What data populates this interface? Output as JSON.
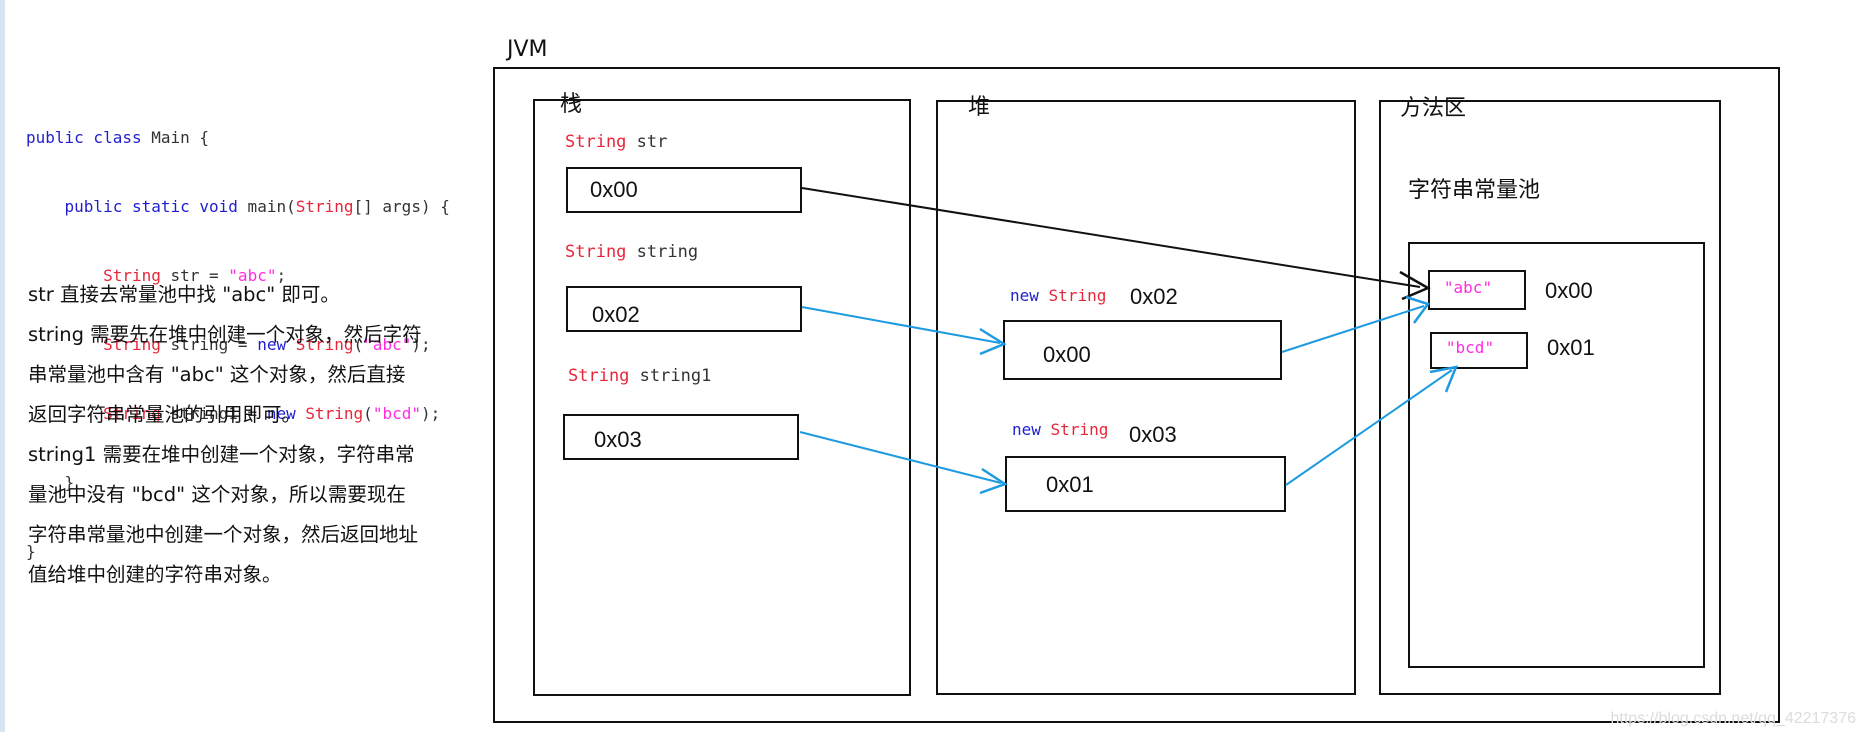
{
  "code": {
    "line1": {
      "kw": "public class",
      "rest": " Main {"
    },
    "line2": {
      "kw": "public static void",
      "rest": " main(",
      "type": "String",
      "rest2": "[] args) {"
    },
    "line3": {
      "type": "String",
      "rest": " str = ",
      "str": "\"abc\"",
      "end": ";"
    },
    "line4": {
      "type": "String",
      "rest": " string = ",
      "kw": "new",
      "type2": "String",
      "open": "(",
      "str": "\"abc\"",
      "end": ");"
    },
    "line5": {
      "type": "String",
      "rest": " string1 = ",
      "kw": "new",
      "type2": "String",
      "open": "(",
      "str": "\"bcd\"",
      "end": ");"
    },
    "line6": "}",
    "line7": "}"
  },
  "description": [
    "str 直接去常量池中找 \"abc\" 即可。",
    "string 需要先在堆中创建一个对象，然后字符",
    "串常量池中含有 \"abc\" 这个对象，然后直接",
    "返回字符串常量池的引用即可。",
    "string1 需要在堆中创建一个对象，字符串常",
    "量池中没有 \"bcd\" 这个对象，所以需要现在",
    "字符串常量池中创建一个对象，然后返回地址",
    "值给堆中创建的字符串对象。"
  ],
  "jvm": {
    "title": "JVM",
    "stack": {
      "title": "栈",
      "vars": [
        {
          "type": "String",
          "name": " str",
          "addr": "0x00"
        },
        {
          "type": "String",
          "name": " string",
          "addr": "0x02"
        },
        {
          "type": "String",
          "name": " string1",
          "addr": "0x03"
        }
      ]
    },
    "heap": {
      "title": "堆",
      "objects": [
        {
          "new": "new",
          "type": "String",
          "self_addr": "0x02",
          "value": "0x00"
        },
        {
          "new": "new",
          "type": "String",
          "self_addr": "0x03",
          "value": "0x01"
        }
      ]
    },
    "method_area": {
      "title": "方法区",
      "pool_title": "字符串常量池",
      "entries": [
        {
          "value": "\"abc\"",
          "addr": "0x00"
        },
        {
          "value": "\"bcd\"",
          "addr": "0x01"
        }
      ]
    }
  },
  "colors": {
    "arrow_black": "#111111",
    "arrow_blue": "#1e9be0",
    "keyword": "#1f1fd0",
    "type": "#e8263a",
    "string": "#ff2ee0"
  },
  "watermark": "https://blog.csdn.net/qq_42217376"
}
